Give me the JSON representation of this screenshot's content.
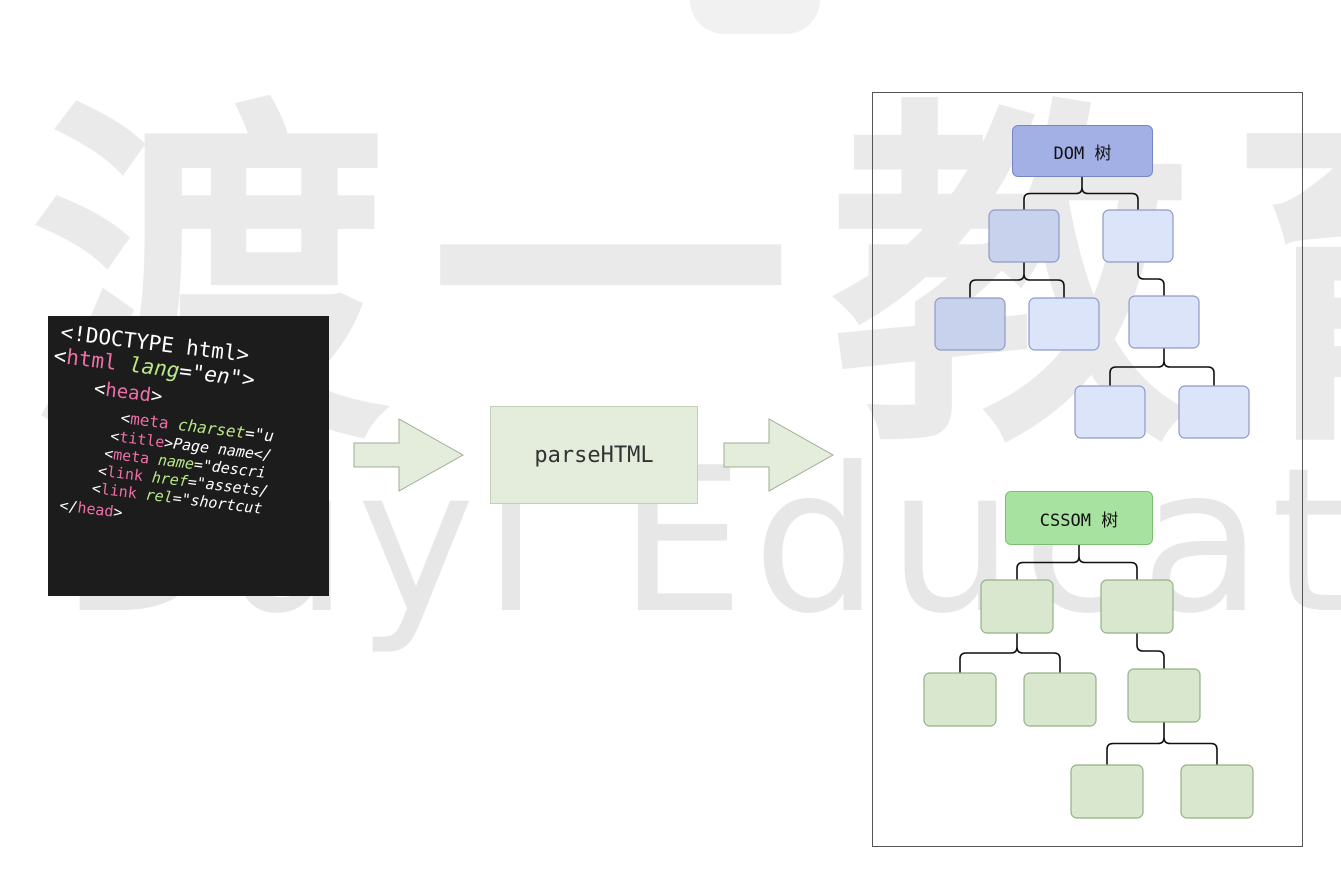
{
  "watermark": {
    "chars": "渡一教育",
    "latin": "Duyi Education"
  },
  "code": {
    "lines": [
      [
        {
          "t": "<!DOCTYPE html>",
          "c": "plain"
        }
      ],
      [
        {
          "t": "<",
          "c": "punc"
        },
        {
          "t": "html",
          "c": "tag"
        },
        {
          "t": " lang",
          "c": "attr"
        },
        {
          "t": "=\"en\"",
          "c": "val"
        },
        {
          "t": ">",
          "c": "punc"
        }
      ],
      [
        {
          "t": "<",
          "c": "punc"
        },
        {
          "t": "head",
          "c": "tag"
        },
        {
          "t": ">",
          "c": "punc"
        }
      ],
      [
        {
          "t": "<",
          "c": "punc"
        },
        {
          "t": "meta",
          "c": "tag"
        },
        {
          "t": " charset",
          "c": "attr"
        },
        {
          "t": "=\"u",
          "c": "val"
        }
      ],
      [
        {
          "t": "<",
          "c": "punc"
        },
        {
          "t": "title",
          "c": "tag"
        },
        {
          "t": ">Page name</",
          "c": "val"
        }
      ],
      [
        {
          "t": "<",
          "c": "punc"
        },
        {
          "t": "meta",
          "c": "tag"
        },
        {
          "t": " name",
          "c": "attr"
        },
        {
          "t": "=\"descri",
          "c": "val"
        }
      ],
      [
        {
          "t": "<",
          "c": "punc"
        },
        {
          "t": "link",
          "c": "tag"
        },
        {
          "t": " href",
          "c": "attr"
        },
        {
          "t": "=\"assets/",
          "c": "val"
        }
      ],
      [
        {
          "t": "<",
          "c": "punc"
        },
        {
          "t": "link",
          "c": "tag"
        },
        {
          "t": " rel",
          "c": "attr"
        },
        {
          "t": "=\"shortcut",
          "c": "val"
        }
      ],
      [
        {
          "t": "</",
          "c": "punc"
        },
        {
          "t": "head",
          "c": "tag"
        },
        {
          "t": ">",
          "c": "punc"
        }
      ]
    ]
  },
  "parse_box": {
    "label": "parseHTML"
  },
  "trees": {
    "dom": {
      "label": "DOM 树",
      "fill": "#dbe4f8",
      "stroke": "#8c9bc8",
      "fill_dark": "#c8d2ec"
    },
    "cssom": {
      "label": "CSSOM 树",
      "fill": "#d9e7cf",
      "stroke": "#93b087"
    }
  },
  "colors": {
    "arrow_fill": "#e4ecdc",
    "arrow_stroke": "#9fae94",
    "connector": "#111111",
    "panel_border": "#555555"
  }
}
